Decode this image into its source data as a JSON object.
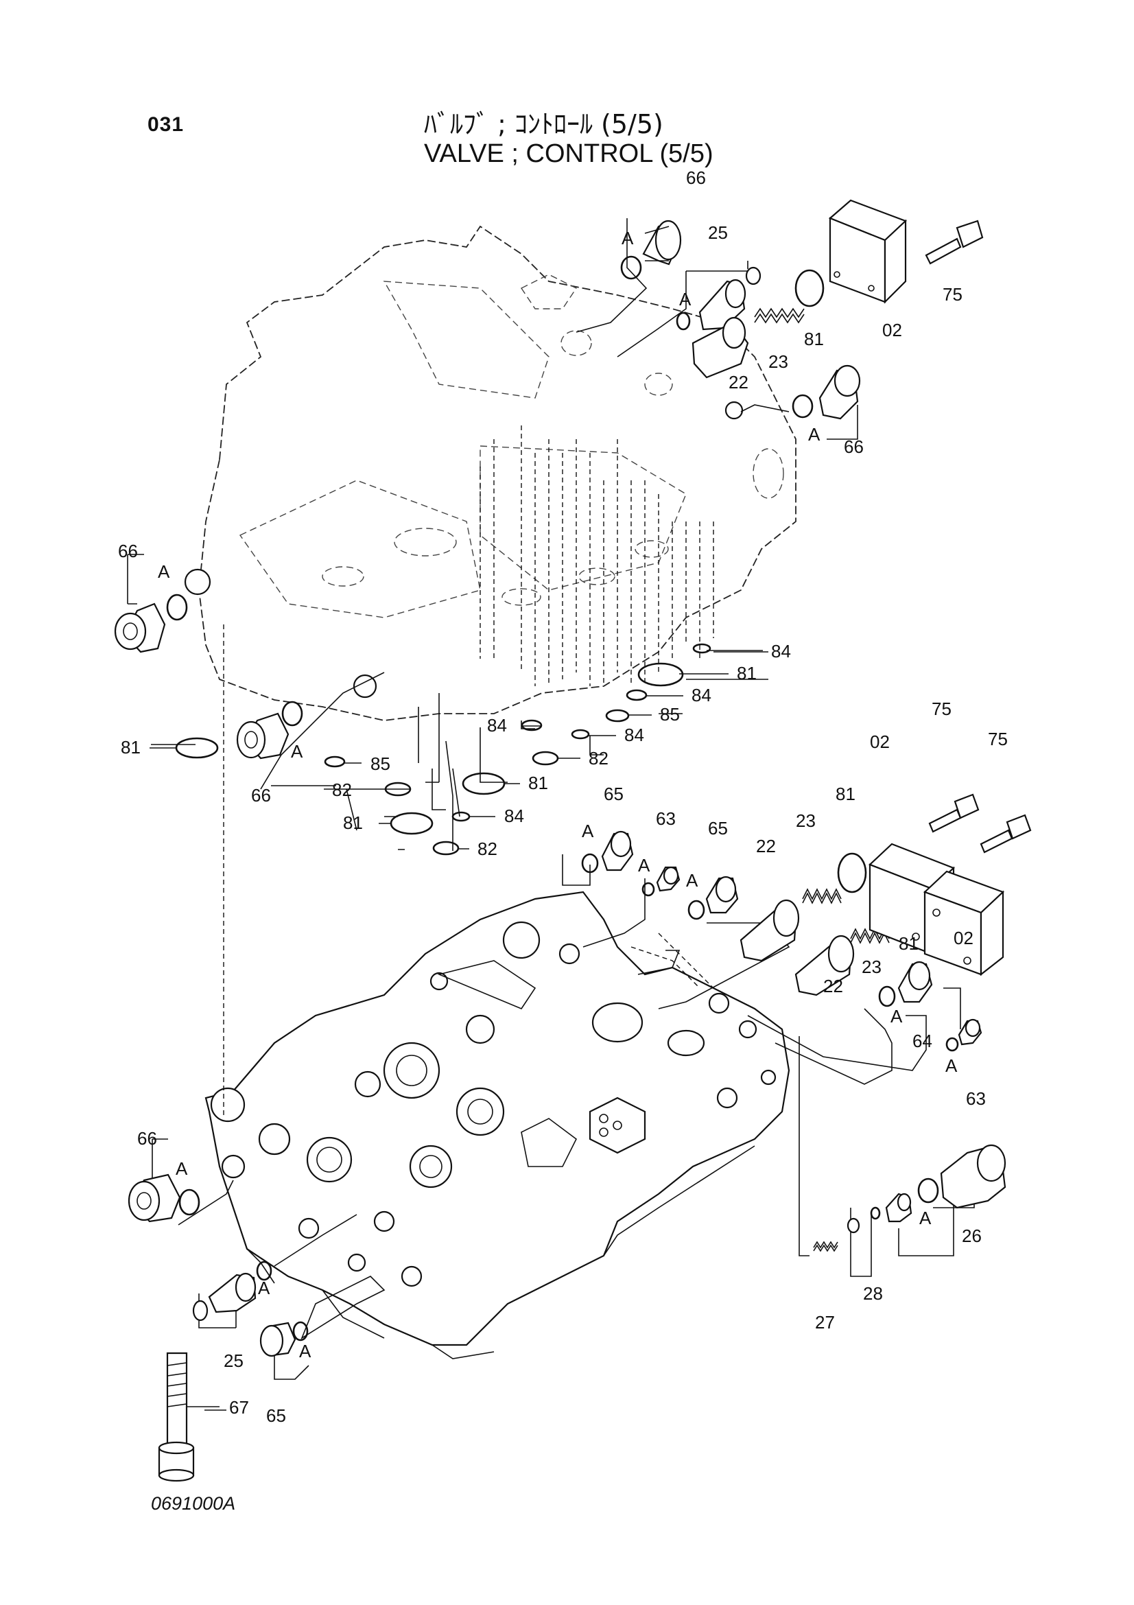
{
  "header": {
    "page_number": "031",
    "title_jp": "ﾊﾞﾙﾌﾞ ; ｺﾝﾄﾛｰﾙ (5/5)",
    "title_en": "VALVE ; CONTROL (5/5)"
  },
  "footer": {
    "drawing_code": "0691000A"
  },
  "callouts": {
    "p66_a": "66",
    "a_1": "A",
    "p25_a": "25",
    "a_2": "A",
    "p23_a": "23",
    "p22_a": "22",
    "p81_a": "81",
    "p02_a": "02",
    "p75_a": "75",
    "a_3": "A",
    "p66_b": "66",
    "p66_c": "66",
    "a_4": "A",
    "p84_a": "84",
    "p81_b": "81",
    "p84_b": "84",
    "p85_a": "85",
    "p84_c": "84",
    "p84_d": "84",
    "p82_a": "82",
    "p81_c": "81",
    "p85_b": "85",
    "p82_b": "82",
    "p81_d": "81",
    "p81_e": "81",
    "p84_e": "84",
    "p82_c": "82",
    "p66_d": "66",
    "a_5": "A",
    "p75_b": "75",
    "p02_b": "02",
    "p75_c": "75",
    "p65_a": "65",
    "a_6": "A",
    "p63_a": "63",
    "a_7": "A",
    "p65_b": "65",
    "a_8": "A",
    "p22_b": "22",
    "p23_b": "23",
    "p81_f": "81",
    "p23_c": "23",
    "p22_c": "22",
    "p81_g": "81",
    "p02_c": "02",
    "a_9": "A",
    "p64": "64",
    "a_10": "A",
    "p63_b": "63",
    "p66_e": "66",
    "a_11": "A",
    "a_12": "A",
    "p25_b": "25",
    "a_13": "A",
    "p65_c": "65",
    "p67": "67",
    "a_14": "A",
    "p26": "26",
    "p27": "27",
    "p28": "28"
  }
}
